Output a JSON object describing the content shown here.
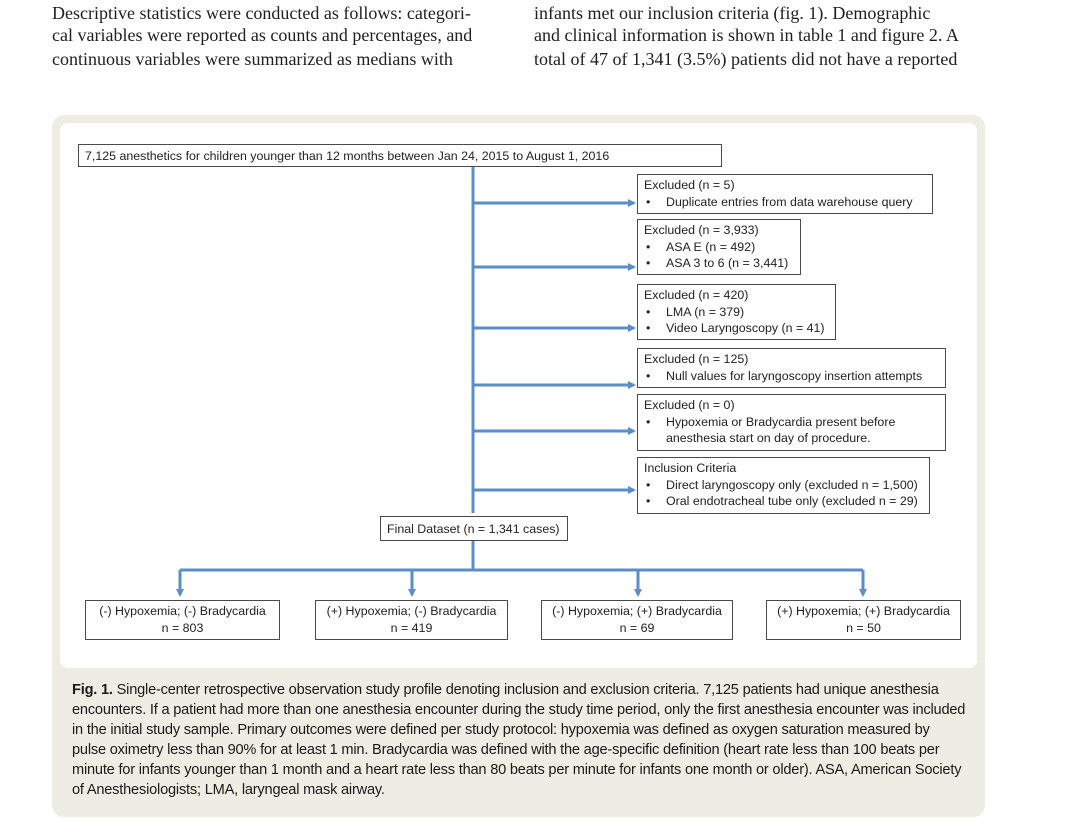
{
  "text_left": [
    "Descriptive statistics were conducted as follows: categori-",
    "cal variables were reported as counts and percentages, and",
    "continuous variables were summarized as medians with"
  ],
  "text_right": [
    "infants met our inclusion criteria (fig. 1). Demographic",
    "and clinical information is shown in table 1 and figure 2. A",
    "total of 47 of 1,341 (3.5%) patients did not have a reported"
  ],
  "figure": {
    "top_box": "7,125 anesthetics for children younger than 12 months between Jan 24, 2015 to August 1, 2016",
    "excl1": {
      "title": "Excluded (n = 5)",
      "items": [
        "Duplicate entries from data warehouse query"
      ]
    },
    "excl2": {
      "title": "Excluded (n = 3,933)",
      "items": [
        "ASA E (n = 492)",
        "ASA 3 to 6 (n = 3,441)"
      ]
    },
    "excl3": {
      "title": "Excluded (n = 420)",
      "items": [
        "LMA (n = 379)",
        "Video Laryngoscopy (n = 41)"
      ]
    },
    "excl4": {
      "title": "Excluded (n = 125)",
      "items": [
        "Null values for laryngoscopy insertion attempts"
      ]
    },
    "excl5": {
      "title": "Excluded (n = 0)",
      "items": [
        "Hypoxemia or Bradycardia present before anesthesia start on day of procedure."
      ]
    },
    "incl": {
      "title": "Inclusion Criteria",
      "items": [
        "Direct laryngoscopy only (excluded n = 1,500)",
        "Oral endotracheal tube only (excluded n = 29)"
      ]
    },
    "final": "Final Dataset (n = 1,341 cases)",
    "outcomes": [
      {
        "label": "(-) Hypoxemia; (-) Bradycardia",
        "n": "n = 803"
      },
      {
        "label": "(+) Hypoxemia; (-) Bradycardia",
        "n": "n = 419"
      },
      {
        "label": "(-) Hypoxemia; (+) Bradycardia",
        "n": "n = 69"
      },
      {
        "label": "(+) Hypoxemia; (+) Bradycardia",
        "n": "n = 50"
      }
    ],
    "caption_label": "Fig. 1.",
    "caption_text": "Single-center retrospective observation study profile denoting inclusion and exclusion criteria. 7,125 patients had unique anesthesia encounters. If a patient had more than one anesthesia encounter during the study time period, only the first anesthesia encounter was included in the initial study sample. Primary outcomes were defined per study protocol: hypoxemia was defined as oxygen saturation measured by pulse oximetry less than 90% for at least 1 min. Bradycardia was defined with the age-specific definition (heart rate less than 100 beats per minute for infants younger than 1 month and a heart rate less than 80 beats per minute for infants one month or older). ASA, American Society of Anesthesiologists; LMA, laryngeal mask airway."
  },
  "colors": {
    "arrow": "#5b8ec9",
    "border": "#4a4a4a",
    "figure_bg": "#eeede4"
  }
}
